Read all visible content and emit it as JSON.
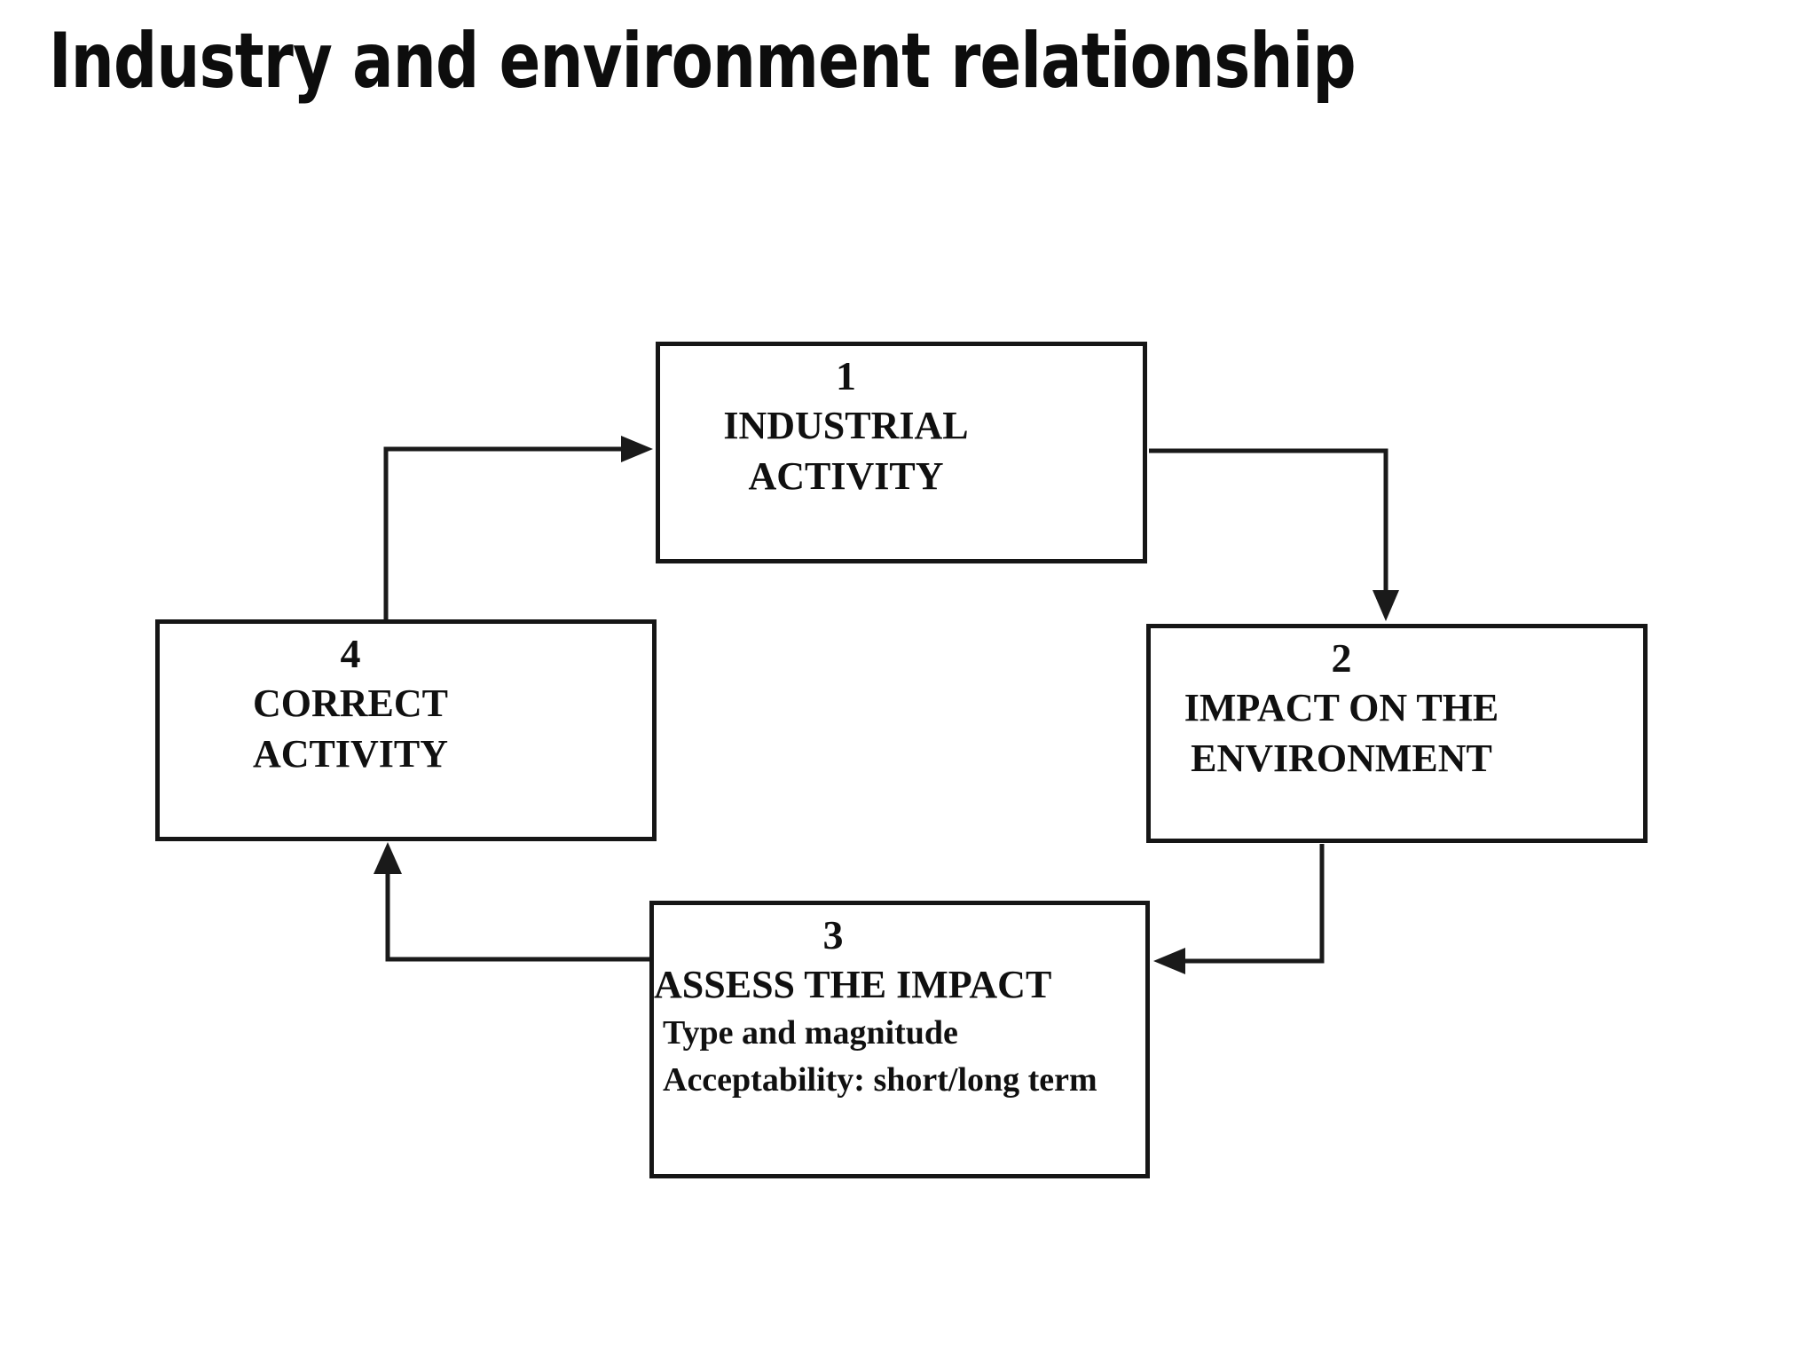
{
  "title": "Industry and environment relationship",
  "diagram": {
    "nodes": [
      {
        "id": "industrial-activity",
        "number": "1",
        "lines": [
          "INDUSTRIAL",
          "ACTIVITY"
        ]
      },
      {
        "id": "impact-on-the-environment",
        "number": "2",
        "lines": [
          "IMPACT ON THE",
          "ENVIRONMENT"
        ]
      },
      {
        "id": "assess-the-impact",
        "number": "3",
        "lines": [
          "ASSESS THE IMPACT"
        ],
        "details": [
          "Type and magnitude",
          "Acceptability: short/long term"
        ]
      },
      {
        "id": "correct-activity",
        "number": "4",
        "lines": [
          "CORRECT",
          "ACTIVITY"
        ]
      }
    ]
  }
}
